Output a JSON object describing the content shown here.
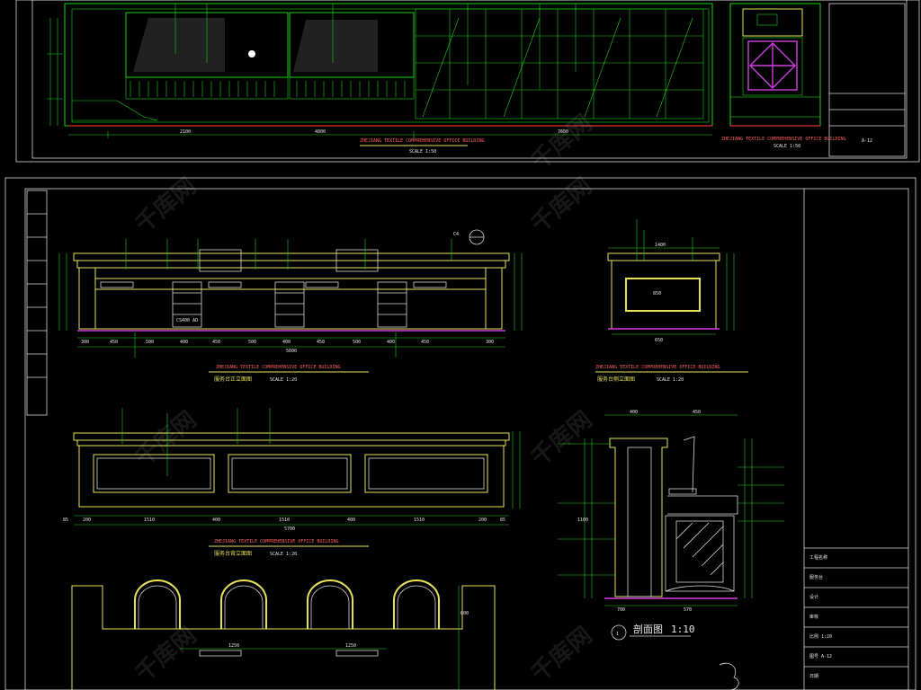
{
  "top_sheet": {
    "caption_main": "ZHEJIANG TEXTILE COMPREHENSIVE OFFICE BUILDING",
    "scale_main": "SCALE 1:50",
    "caption_right": "ZHEJIANG TEXTILE COMPREHENSIVE OFFICE BUILDING",
    "scale_right": "SCALE 1:50",
    "dim_left": "2100",
    "dim_mid": "4800",
    "dim_right": "7600",
    "sheet_no": "A-12"
  },
  "front_elev": {
    "caption_en": "ZHEJIANG TEXTILE COMPREHENSIVE OFFICE BUILDING",
    "caption_cn": "服务台正立面图",
    "scale": "SCALE 1:20",
    "dims": [
      "300",
      "450",
      "500",
      "400",
      "450",
      "500",
      "400",
      "450",
      "500",
      "400",
      "450",
      "300"
    ],
    "total": "5600",
    "callout": "C4",
    "detail_ref": "CS400 AD"
  },
  "side_elev": {
    "caption_en": "ZHEJIANG TEXTILE COMPREHENSIVE OFFICE BUILDING",
    "caption_cn": "服务台侧立面图",
    "scale": "SCALE 1:20",
    "dim_top": "1400",
    "dim_inner": "850",
    "dim_bottom": "650"
  },
  "back_elev": {
    "caption_en": "ZHEJIANG TEXTILE COMPREHENSIVE OFFICE BUILDING",
    "caption_cn": "服务台背立面图",
    "scale": "SCALE 1:20",
    "dims": [
      "85",
      "200",
      "1510",
      "400",
      "1510",
      "400",
      "1510",
      "200",
      "85"
    ],
    "total": "5700"
  },
  "section": {
    "dim_top_left": "400",
    "dim_top_right": "450",
    "dim_bottom_left": "700",
    "dim_bottom_right": "570",
    "height": "1100",
    "label_no": "1",
    "label_cn": "剖面图",
    "scale": "1:10"
  },
  "plan": {
    "dim_a": "1250",
    "dim_b": "1250",
    "dim_c": "600"
  },
  "title_block": {
    "rows": [
      "工程名称",
      "服务台",
      "设计",
      "审核",
      "比例 1:20",
      "图号 A-12",
      "日期"
    ]
  },
  "watermark": "千库网"
}
